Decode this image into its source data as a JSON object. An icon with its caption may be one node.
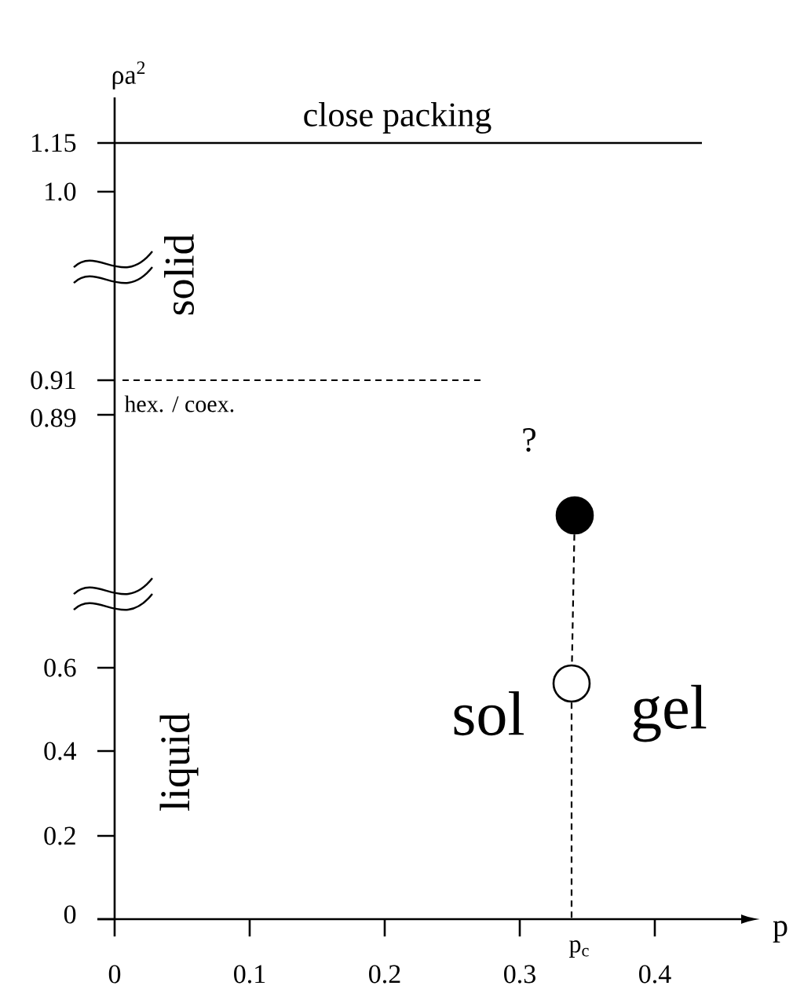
{
  "diagram": {
    "nodes": [
      {
        "text": [],
        "shape": "circle"
      },
      {
        "text": [],
        "shape": "circle"
      },
      {
        "text": [
          "p$_{c}$"
        ]
      }
    ],
    "edges": [
      {
        "from": 0,
        "to": 1,
        "arrow": "none",
        "style": "dashed"
      },
      {
        "from": 1,
        "to": 2,
        "arrow": "none",
        "style": "dashed"
      }
    ],
    "labels": [
      "ρa$^{2}$",
      "close packing",
      "1.15",
      "1.0",
      "solid",
      "0.91",
      "hex. / coex.",
      "0.89",
      "?",
      "0.6",
      "sol",
      "gel",
      "0.4",
      "liquid",
      "0.2",
      "0",
      "p",
      "0",
      "0.1",
      "0.2",
      "0.3",
      "0.4"
    ]
  }
}
